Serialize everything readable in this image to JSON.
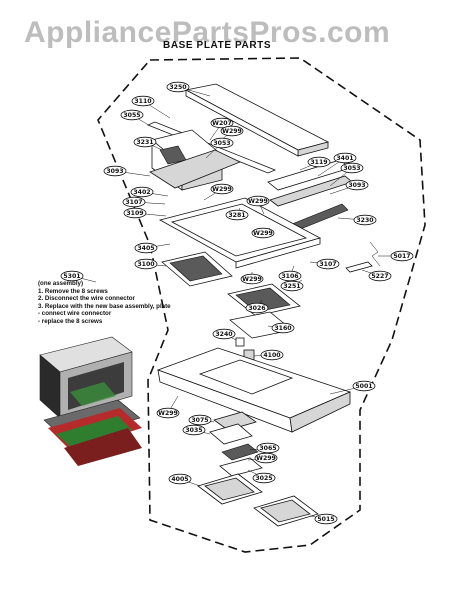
{
  "watermark": "AppliancePartsPros.com",
  "title": "BASE PLATE PARTS",
  "note": {
    "lines": [
      "(one assembly)",
      "1. Remove the 8 screws",
      "2. Disconnect the wire connector",
      "3. Replace with the new base assembly, plate",
      "   - connect wire connector",
      "   - replace the 8 screws"
    ]
  },
  "parts": [
    {
      "label": "3250"
    },
    {
      "label": "3110"
    },
    {
      "label": "3055"
    },
    {
      "label": "W207"
    },
    {
      "label": "W299"
    },
    {
      "label": "3231"
    },
    {
      "label": "3053"
    },
    {
      "label": "3093"
    },
    {
      "label": "3119"
    },
    {
      "label": "3401"
    },
    {
      "label": "3053"
    },
    {
      "label": "3093"
    },
    {
      "label": "3402"
    },
    {
      "label": "W299"
    },
    {
      "label": "3107"
    },
    {
      "label": "3109"
    },
    {
      "label": "3281"
    },
    {
      "label": "W299"
    },
    {
      "label": "3230"
    },
    {
      "label": "W299"
    },
    {
      "label": "3405"
    },
    {
      "label": "5017"
    },
    {
      "label": "5301"
    },
    {
      "label": "3100"
    },
    {
      "label": "W299"
    },
    {
      "label": "3107"
    },
    {
      "label": "3106"
    },
    {
      "label": "3251"
    },
    {
      "label": "5227"
    },
    {
      "label": "3026"
    },
    {
      "label": "3160"
    },
    {
      "label": "3240"
    },
    {
      "label": "4100"
    },
    {
      "label": "5001"
    },
    {
      "label": "W299"
    },
    {
      "label": "3075"
    },
    {
      "label": "3035"
    },
    {
      "label": "3065"
    },
    {
      "label": "W299"
    },
    {
      "label": "3025"
    },
    {
      "label": "4005"
    },
    {
      "label": "5015"
    }
  ]
}
